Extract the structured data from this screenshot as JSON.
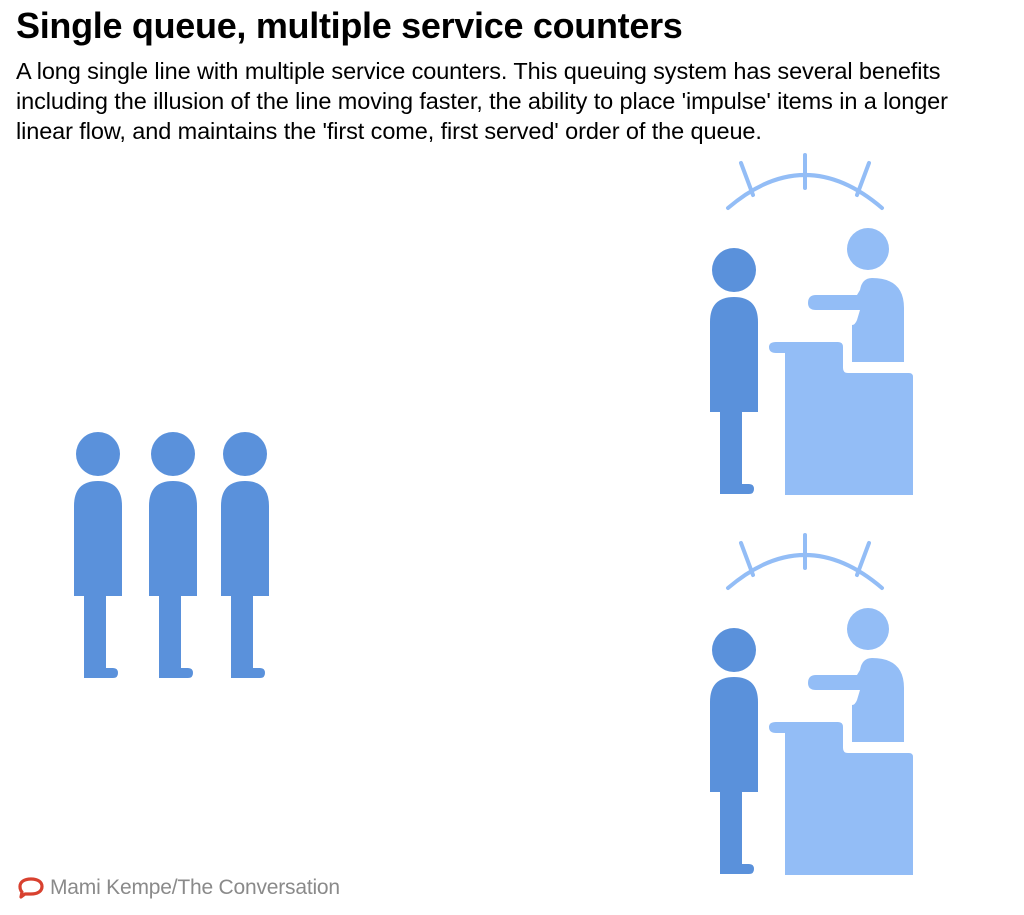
{
  "header": {
    "title": "Single queue, multiple service counters",
    "description": "A long single line with multiple service counters. This queuing system has several benefits including the illusion of the line moving faster, the ability to place 'impulse' items in a longer linear flow, and maintains the 'first come, first served' order of the queue."
  },
  "illustration": {
    "queue": {
      "people_count": 3,
      "color": "#5a91db"
    },
    "counters": [
      {
        "label": "service-counter-1",
        "customer_color": "#5a91db",
        "clerk_color": "#93bdf6"
      },
      {
        "label": "service-counter-2",
        "customer_color": "#5a91db",
        "clerk_color": "#93bdf6"
      }
    ]
  },
  "credit": {
    "icon": "speech-bubble-icon",
    "icon_color": "#d8412f",
    "text": "Mami Kempe/The Conversation"
  }
}
